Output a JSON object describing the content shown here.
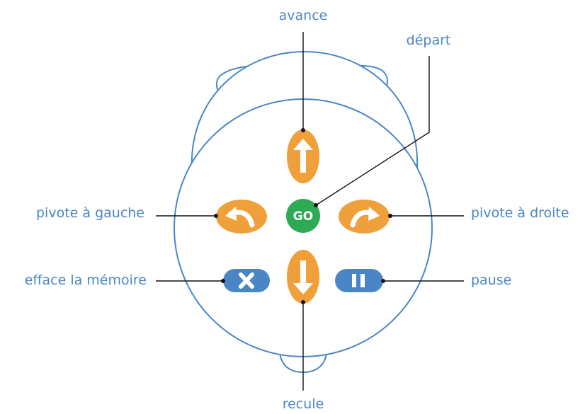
{
  "colors": {
    "outline": "#4a86c6",
    "orange_button": "#f0a03a",
    "green_button": "#2eaa55",
    "blue_button": "#4a86c6",
    "label_text": "#4a86c6",
    "leader_line": "#111111"
  },
  "buttons": {
    "forward": {
      "label": "avance",
      "icon": "arrow-up-icon"
    },
    "start": {
      "label": "départ",
      "icon_text": "GO"
    },
    "turn_left": {
      "label": "pivote à gauche",
      "icon": "curved-arrow-left-icon"
    },
    "turn_right": {
      "label": "pivote à droite",
      "icon": "curved-arrow-right-icon"
    },
    "clear": {
      "label": "efface la mémoire",
      "icon": "close-icon"
    },
    "pause": {
      "label": "pause",
      "icon": "pause-icon"
    },
    "backward": {
      "label": "recule",
      "icon": "arrow-down-icon"
    }
  }
}
